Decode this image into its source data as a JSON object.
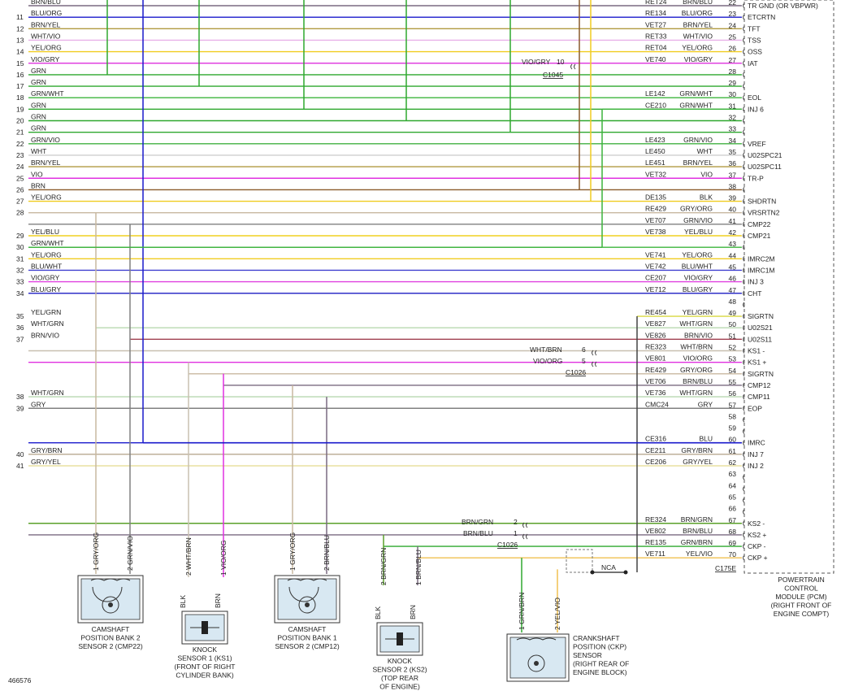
{
  "figure_id": "466576",
  "pcm": {
    "label_lines": [
      "POWERTRAIN",
      "CONTROL",
      "MODULE (PCM)",
      "(RIGHT FRONT OF",
      "ENGINE COMPT)"
    ],
    "connector": "C175E",
    "header_partial": "TR GND  (OR VBPWR)"
  },
  "colors": {
    "BRN": "#8a5a2b",
    "GRN": "#2fa82f",
    "GRN_DARK": "#5aa02a",
    "BLU": "#1a1acc",
    "VIO": "#e030e0",
    "YEL": "#f0d020",
    "GRY": "#808080",
    "WHT": "#cfcfcf",
    "BRN_BLU": "#7a6a80",
    "BRN_YEL": "#b09a40",
    "WHT_VIO": "#e8b0e8",
    "YEL_ORG": "#f0cc20",
    "VIO_GRY": "#e040e0",
    "GRN_WHT": "#3cb43c",
    "GRN_VIO": "#40b040",
    "BLU_WHT": "#4040d0",
    "BLU_GRY": "#3030c8",
    "YEL_GRN": "#d8d840",
    "WHT_GRN": "#b8d8b0",
    "BRN_VIO": "#a04050",
    "GRY_BRN": "#b8a890",
    "GRY_YEL": "#e8e0a0",
    "GRY_ORG": "#c8b8a0",
    "WHT_BRN": "#c8c0b0",
    "YEL_VIO": "#f0c050",
    "BLK": "#444444",
    "RED": "#c02020"
  },
  "wires": [
    {
      "ln": "",
      "lcol": "BRN/BLU",
      "code": "RET24",
      "rcol": "BRN/BLU",
      "pin": "22",
      "sig": "TR GND  (OR VBPWR)",
      "c": "BRN_BLU"
    },
    {
      "ln": "11",
      "lcol": "BLU/ORG",
      "code": "RE134",
      "rcol": "BLU/ORG",
      "pin": "23",
      "sig": "ETCRTN",
      "c": "BLU"
    },
    {
      "ln": "12",
      "lcol": "BRN/YEL",
      "code": "VET27",
      "rcol": "BRN/YEL",
      "pin": "24",
      "sig": "TFT",
      "c": "BRN_YEL"
    },
    {
      "ln": "13",
      "lcol": "WHT/VIO",
      "code": "RET33",
      "rcol": "WHT/VIO",
      "pin": "25",
      "sig": "TSS",
      "c": "WHT_VIO"
    },
    {
      "ln": "14",
      "lcol": "YEL/ORG",
      "code": "RET04",
      "rcol": "YEL/ORG",
      "pin": "26",
      "sig": "OSS",
      "c": "YEL_ORG"
    },
    {
      "ln": "15",
      "lcol": "VIO/GRY",
      "code": "VE740",
      "rcol": "VIO/GRY",
      "pin": "27",
      "sig": "IAT",
      "c": "VIO_GRY"
    },
    {
      "ln": "16",
      "lcol": "GRN",
      "code": "",
      "rcol": "",
      "pin": "28",
      "sig": "",
      "c": "GRN"
    },
    {
      "ln": "17",
      "lcol": "GRN",
      "code": "",
      "rcol": "",
      "pin": "29",
      "sig": "",
      "c": "GRN"
    },
    {
      "ln": "18",
      "lcol": "GRN/WHT",
      "code": "LE142",
      "rcol": "GRN/WHT",
      "pin": "30",
      "sig": "EOL",
      "c": "GRN_WHT"
    },
    {
      "ln": "19",
      "lcol": "GRN",
      "code": "CE210",
      "rcol": "GRN/WHT",
      "pin": "31",
      "sig": "INJ 6",
      "c": "GRN"
    },
    {
      "ln": "20",
      "lcol": "GRN",
      "code": "",
      "rcol": "",
      "pin": "32",
      "sig": "",
      "c": "GRN"
    },
    {
      "ln": "21",
      "lcol": "GRN",
      "code": "",
      "rcol": "",
      "pin": "33",
      "sig": "",
      "c": "GRN"
    },
    {
      "ln": "22",
      "lcol": "GRN/VIO",
      "code": "LE423",
      "rcol": "GRN/VIO",
      "pin": "34",
      "sig": "VREF",
      "c": "GRN_VIO"
    },
    {
      "ln": "23",
      "lcol": "WHT",
      "code": "LE450",
      "rcol": "WHT",
      "pin": "35",
      "sig": "U02SPC21",
      "c": "WHT"
    },
    {
      "ln": "24",
      "lcol": "BRN/YEL",
      "code": "LE451",
      "rcol": "BRN/YEL",
      "pin": "36",
      "sig": "U02SPC11",
      "c": "BRN_YEL"
    },
    {
      "ln": "25",
      "lcol": "VIO",
      "code": "VET32",
      "rcol": "VIO",
      "pin": "37",
      "sig": "TR-P",
      "c": "VIO"
    },
    {
      "ln": "26",
      "lcol": "BRN",
      "code": "",
      "rcol": "",
      "pin": "38",
      "sig": "",
      "c": "BRN"
    },
    {
      "ln": "27",
      "lcol": "YEL/ORG",
      "code": "DE135",
      "rcol": "BLK",
      "pin": "39",
      "sig": "SHDRTN",
      "c": "YEL_ORG"
    },
    {
      "ln": "28",
      "lcol": "",
      "code": "RE429",
      "rcol": "GRY/ORG",
      "pin": "40",
      "sig": "VRSRTN2",
      "c": "GRY_ORG"
    },
    {
      "ln": "",
      "lcol": "",
      "code": "VE707",
      "rcol": "GRN/VIO",
      "pin": "41",
      "sig": "CMP22",
      "c": "GRY"
    },
    {
      "ln": "29",
      "lcol": "YEL/BLU",
      "code": "VE738",
      "rcol": "YEL/BLU",
      "pin": "42",
      "sig": "CMP21",
      "c": "YEL"
    },
    {
      "ln": "30",
      "lcol": "GRN/WHT",
      "code": "",
      "rcol": "",
      "pin": "43",
      "sig": "",
      "c": "GRN_WHT"
    },
    {
      "ln": "31",
      "lcol": "YEL/ORG",
      "code": "VE741",
      "rcol": "YEL/ORG",
      "pin": "44",
      "sig": "IMRC2M",
      "c": "YEL_ORG"
    },
    {
      "ln": "32",
      "lcol": "BLU/WHT",
      "code": "VE742",
      "rcol": "BLU/WHT",
      "pin": "45",
      "sig": "IMRC1M",
      "c": "BLU_WHT"
    },
    {
      "ln": "33",
      "lcol": "VIO/GRY",
      "code": "CE207",
      "rcol": "VIO/GRY",
      "pin": "46",
      "sig": "INJ 3",
      "c": "VIO_GRY"
    },
    {
      "ln": "34",
      "lcol": "BLU/GRY",
      "code": "VE712",
      "rcol": "BLU/GRY",
      "pin": "47",
      "sig": "CHT",
      "c": "BLU_GRY"
    },
    {
      "ln": "",
      "lcol": "",
      "code": "",
      "rcol": "",
      "pin": "48",
      "sig": "",
      "c": ""
    },
    {
      "ln": "35",
      "lcol": "YEL/GRN",
      "code": "RE454",
      "rcol": "YEL/GRN",
      "pin": "49",
      "sig": "SIGRTN",
      "c": "YEL_GRN"
    },
    {
      "ln": "36",
      "lcol": "WHT/GRN",
      "code": "VE827",
      "rcol": "WHT/GRN",
      "pin": "50",
      "sig": "U02S21",
      "c": "WHT_GRN"
    },
    {
      "ln": "37",
      "lcol": "BRN/VIO",
      "code": "VE826",
      "rcol": "BRN/VIO",
      "pin": "51",
      "sig": "U02S11",
      "c": "BRN_VIO"
    },
    {
      "ln": "",
      "lcol": "",
      "code": "RE323",
      "rcol": "WHT/BRN",
      "pin": "52",
      "sig": "KS1 -",
      "c": "WHT_BRN"
    },
    {
      "ln": "",
      "lcol": "",
      "code": "VE801",
      "rcol": "VIO/ORG",
      "pin": "53",
      "sig": "KS1 +",
      "c": "VIO"
    },
    {
      "ln": "",
      "lcol": "",
      "code": "RE429",
      "rcol": "GRY/ORG",
      "pin": "54",
      "sig": "SIGRTN",
      "c": "GRY_ORG"
    },
    {
      "ln": "",
      "lcol": "",
      "code": "VE706",
      "rcol": "BRN/BLU",
      "pin": "55",
      "sig": "CMP12",
      "c": "BRN_BLU"
    },
    {
      "ln": "38",
      "lcol": "WHT/GRN",
      "code": "VE736",
      "rcol": "WHT/GRN",
      "pin": "56",
      "sig": "CMP11",
      "c": "WHT_GRN"
    },
    {
      "ln": "39",
      "lcol": "GRY",
      "code": "CMC24",
      "rcol": "GRY",
      "pin": "57",
      "sig": "EOP",
      "c": "GRY"
    },
    {
      "ln": "",
      "lcol": "",
      "code": "",
      "rcol": "",
      "pin": "58",
      "sig": "",
      "c": ""
    },
    {
      "ln": "",
      "lcol": "",
      "code": "",
      "rcol": "",
      "pin": "59",
      "sig": "",
      "c": ""
    },
    {
      "ln": "",
      "lcol": "",
      "code": "CE316",
      "rcol": "BLU",
      "pin": "60",
      "sig": "IMRC",
      "c": "BLU"
    },
    {
      "ln": "40",
      "lcol": "GRY/BRN",
      "code": "CE211",
      "rcol": "GRY/BRN",
      "pin": "61",
      "sig": "INJ 7",
      "c": "GRY_BRN"
    },
    {
      "ln": "41",
      "lcol": "GRY/YEL",
      "code": "CE206",
      "rcol": "GRY/YEL",
      "pin": "62",
      "sig": "INJ 2",
      "c": "GRY_YEL"
    },
    {
      "ln": "",
      "lcol": "",
      "code": "",
      "rcol": "",
      "pin": "63",
      "sig": "",
      "c": ""
    },
    {
      "ln": "",
      "lcol": "",
      "code": "",
      "rcol": "",
      "pin": "64",
      "sig": "",
      "c": ""
    },
    {
      "ln": "",
      "lcol": "",
      "code": "",
      "rcol": "",
      "pin": "65",
      "sig": "",
      "c": ""
    },
    {
      "ln": "",
      "lcol": "",
      "code": "",
      "rcol": "",
      "pin": "66",
      "sig": "",
      "c": ""
    },
    {
      "ln": "",
      "lcol": "",
      "code": "RE324",
      "rcol": "BRN/GRN",
      "pin": "67",
      "sig": "KS2 -",
      "c": "GRN_DARK"
    },
    {
      "ln": "",
      "lcol": "",
      "code": "VE802",
      "rcol": "BRN/BLU",
      "pin": "68",
      "sig": "KS2 +",
      "c": "BRN_BLU"
    },
    {
      "ln": "",
      "lcol": "",
      "code": "RE135",
      "rcol": "GRN/BRN",
      "pin": "69",
      "sig": "CKP -",
      "c": "GRN"
    },
    {
      "ln": "",
      "lcol": "",
      "code": "VE711",
      "rcol": "YEL/VIO",
      "pin": "70",
      "sig": "CKP +",
      "c": "YEL_VIO"
    }
  ],
  "inline_connectors": [
    {
      "id": "C1045",
      "wires": [
        {
          "pin": "10",
          "col": "VIO/GRY"
        }
      ]
    },
    {
      "id": "C1026",
      "wires": [
        {
          "pin": "6",
          "col": "WHT/BRN"
        },
        {
          "pin": "5",
          "col": "VIO/ORG"
        }
      ]
    },
    {
      "id": "C1026",
      "wires": [
        {
          "pin": "2",
          "col": "BRN/GRN"
        },
        {
          "pin": "1",
          "col": "BRN/BLU"
        }
      ]
    }
  ],
  "nca": "NCA",
  "components": [
    {
      "id": "cmp22",
      "lines": [
        "CAMSHAFT",
        "POSITION BANK 2",
        "SENSOR 2 (CMP22)"
      ],
      "pins": [
        {
          "n": "1",
          "col": "GRY/ORG"
        },
        {
          "n": "2",
          "col": "GRN/VIO"
        }
      ]
    },
    {
      "id": "ks1",
      "lines": [
        "KNOCK",
        "SENSOR 1 (KS1)",
        "(FRONT OF RIGHT",
        "CYLINDER BANK)"
      ],
      "pins": [
        {
          "n": "2",
          "col": "WHT/BRN"
        },
        {
          "n": "1",
          "col": "VIO/ORG"
        }
      ],
      "lower": [
        "BLK",
        "BRN"
      ]
    },
    {
      "id": "cmp12",
      "lines": [
        "CAMSHAFT",
        "POSITION BANK 1",
        "SENSOR 2 (CMP12)"
      ],
      "pins": [
        {
          "n": "1",
          "col": "GRY/ORG"
        },
        {
          "n": "2",
          "col": "BRN/BLU"
        }
      ]
    },
    {
      "id": "ks2",
      "lines": [
        "KNOCK",
        "SENSOR 2 (KS2)",
        "(TOP REAR",
        "OF ENGINE)"
      ],
      "pins": [
        {
          "n": "2",
          "col": "BRN/GRN"
        },
        {
          "n": "1",
          "col": "BRN/BLU"
        }
      ],
      "lower": [
        "BLK",
        "BRN"
      ]
    },
    {
      "id": "ckp",
      "lines": [
        "CRANKSHAFT",
        "POSITION (CKP)",
        "SENSOR",
        "(RIGHT REAR OF",
        "ENGINE BLOCK)"
      ],
      "pins": [
        {
          "n": "1",
          "col": "GRN/BRN"
        },
        {
          "n": "2",
          "col": "YEL/VIO"
        }
      ]
    }
  ]
}
